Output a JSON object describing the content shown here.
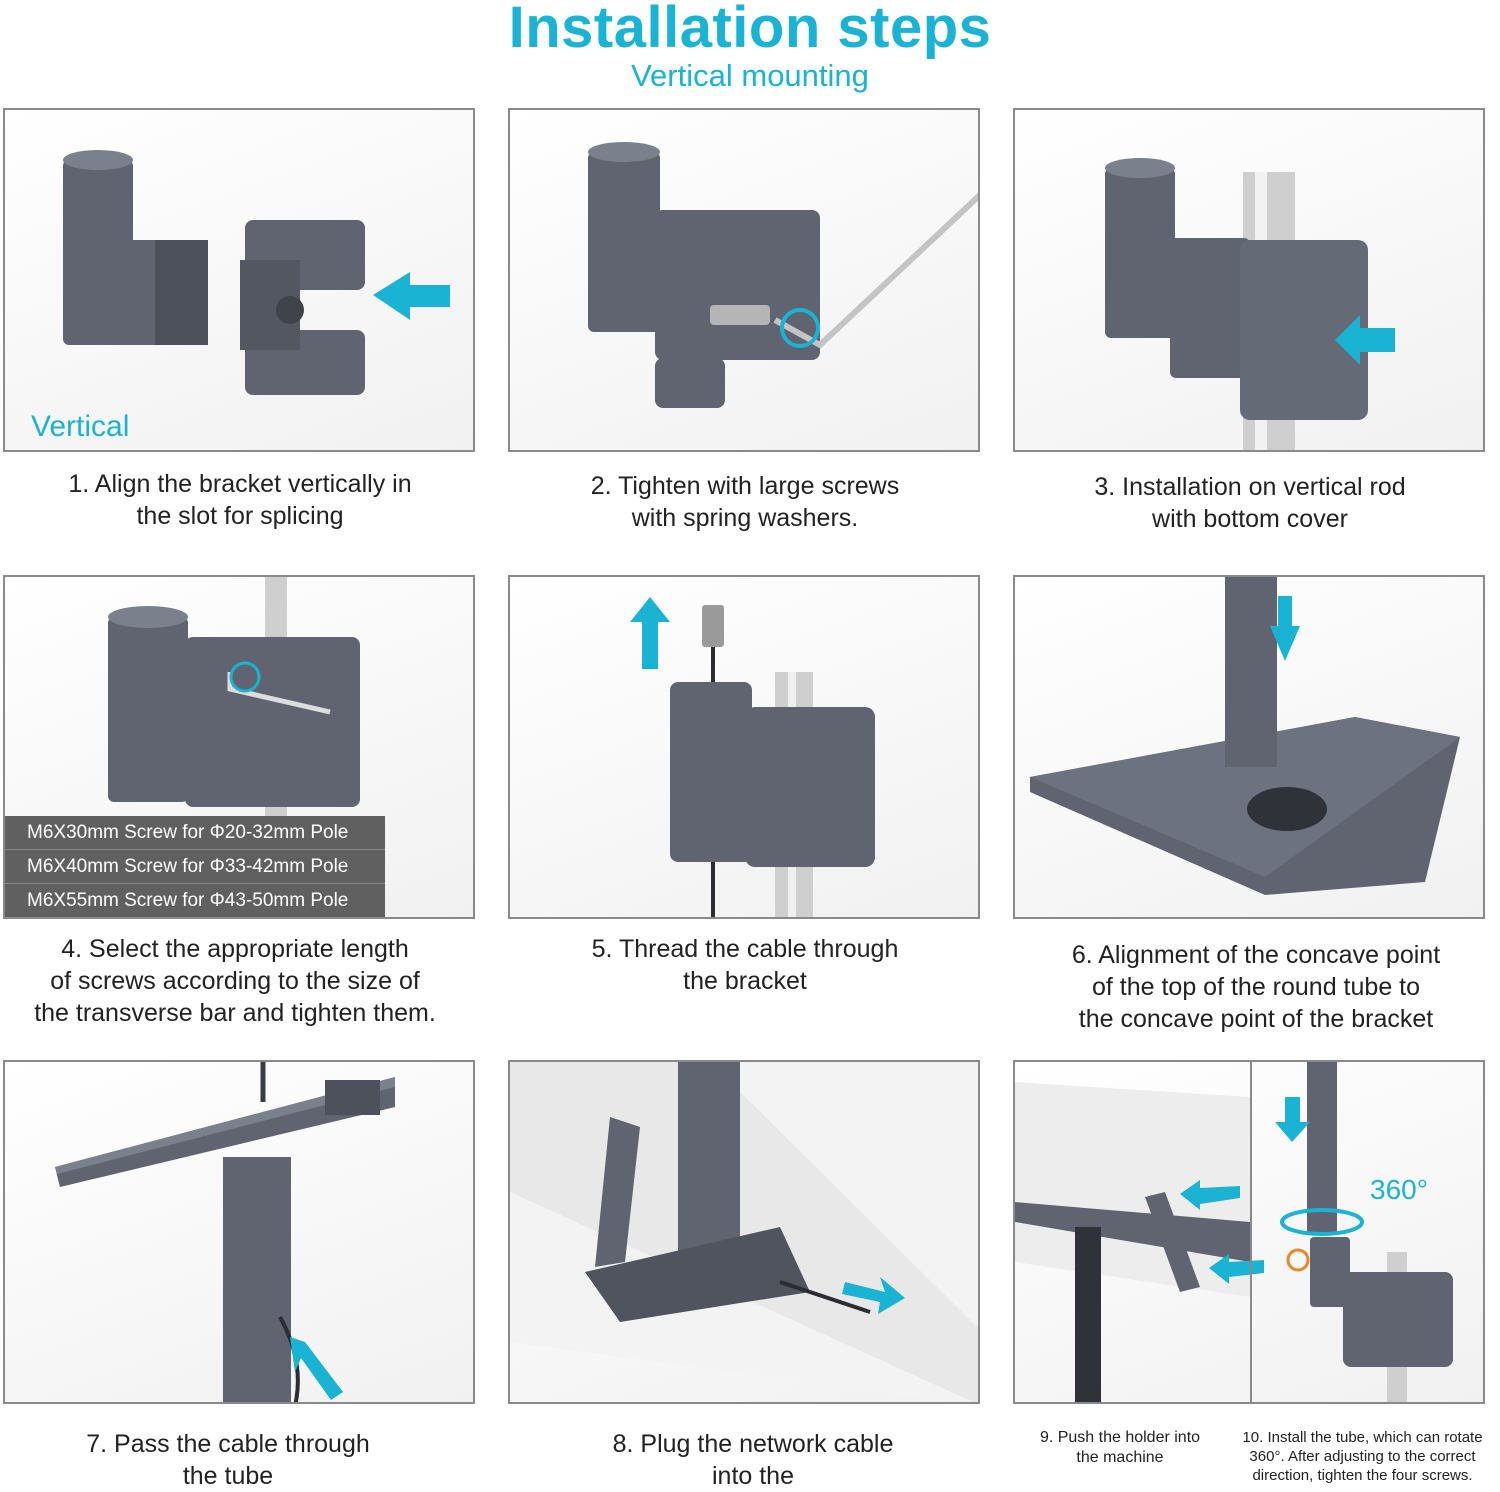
{
  "header": {
    "title": "Installation steps",
    "subtitle": "Vertical mounting"
  },
  "steps": [
    {
      "caption": "1. Align the bracket vertically in\nthe slot for splicing",
      "image_label": "Vertical"
    },
    {
      "caption": "2. Tighten with large screws\nwith spring washers."
    },
    {
      "caption": "3. Installation on vertical rod\nwith bottom cover"
    },
    {
      "caption": "4. Select the appropriate length\nof screws according to the size of\nthe transverse bar and tighten them.",
      "screws": [
        "M6X30mm Screw for Φ20-32mm Pole",
        "M6X40mm Screw for Φ33-42mm Pole",
        "M6X55mm Screw for Φ43-50mm Pole"
      ]
    },
    {
      "caption": "5. Thread the cable through\nthe bracket"
    },
    {
      "caption": "6. Alignment of the concave point\nof the top of the round tube to\nthe concave point of the bracket"
    },
    {
      "caption": "7. Pass the cable through\nthe tube"
    },
    {
      "caption": "8. Plug the network cable\ninto the"
    },
    {
      "caption": "9.  Push the holder into\nthe machine"
    },
    {
      "caption": "10. Install the tube, which can rotate\n360°. After adjusting to the correct\ndirection, tighten the four screws.",
      "rotation_label": "360°"
    }
  ],
  "colors": {
    "accent": "#1ab3d4",
    "part": "#5f6470",
    "border": "#8a8a8a"
  }
}
